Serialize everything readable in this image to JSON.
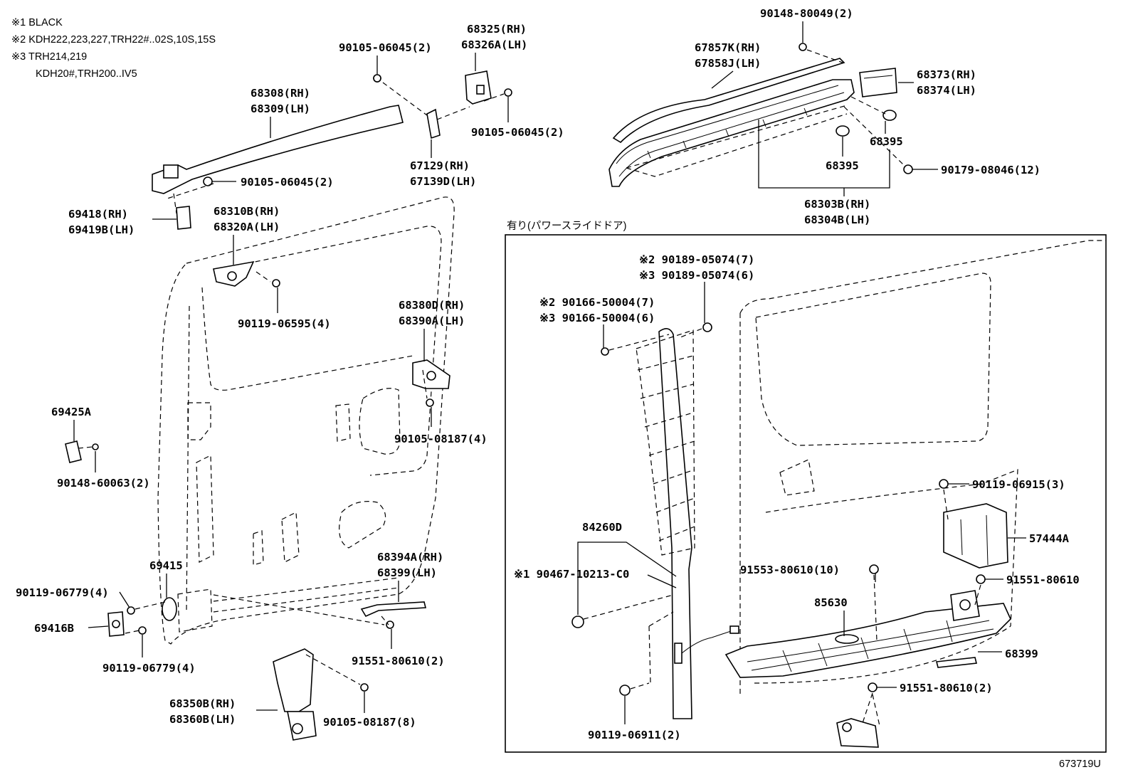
{
  "notes": [
    "※1 BLACK",
    "※2 KDH222,223,227,TRH22#..02S,10S,15S",
    "※3 TRH214,219",
    "KDH20#,TRH200..IV5"
  ],
  "inset_title": "有り(パワースライドドア)",
  "diagram_code": "673719U",
  "labels": {
    "l01": "90105-06045(2)",
    "l02": "68325(RH)",
    "l03": "68326A(LH)",
    "l04": "68308(RH)",
    "l05": "68309(LH)",
    "l06": "90105-06045(2)",
    "l07": "90105-06045(2)",
    "l08": "67129(RH)",
    "l09": "67139D(LH)",
    "l10": "69418(RH)",
    "l11": "69419B(LH)",
    "l12": "68310B(RH)",
    "l13": "68320A(LH)",
    "l14": "90119-06595(4)",
    "l15": "68380D(RH)",
    "l16": "68390A(LH)",
    "l17": "69425A",
    "l18": "90148-60063(2)",
    "l19": "90105-08187(4)",
    "l20": "69415",
    "l21": "68394A(RH)",
    "l22": "68399(LH)",
    "l23": "90119-06779(4)",
    "l24": "69416B",
    "l25": "90119-06779(4)",
    "l26": "91551-80610(2)",
    "l27": "68350B(RH)",
    "l28": "68360B(LH)",
    "l29": "90105-08187(8)",
    "l30": "90148-80049(2)",
    "l31": "67857K(RH)",
    "l32": "67858J(LH)",
    "l33": "68373(RH)",
    "l34": "68374(LH)",
    "l35": "68395",
    "l36": "68395",
    "l37": "90179-08046(12)",
    "l38": "68303B(RH)",
    "l39": "68304B(LH)",
    "l40": "※2 90189-05074(7)",
    "l41": "※3 90189-05074(6)",
    "l42": "※2 90166-50004(7)",
    "l43": "※3 90166-50004(6)",
    "l44": "84260D",
    "l45": "※1 90467-10213-C0",
    "l46": "90119-06911(2)",
    "l47": "90119-06915(3)",
    "l48": "57444A",
    "l49": "91553-80610(10)",
    "l50": "91551-80610",
    "l51": "85630",
    "l52": "68399",
    "l53": "91551-80610(2)"
  }
}
